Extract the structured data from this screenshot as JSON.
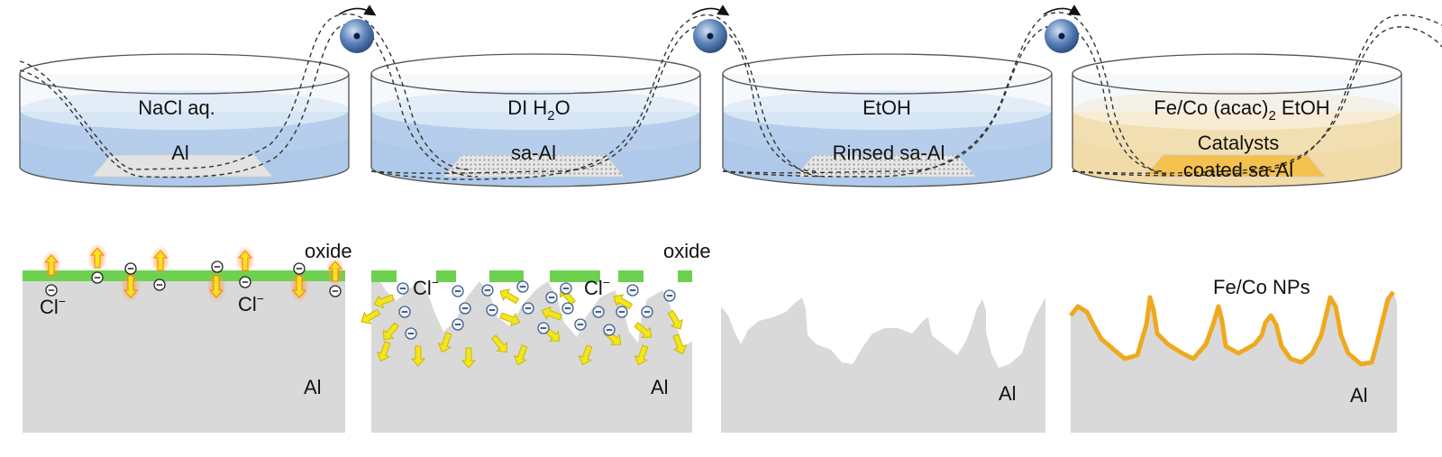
{
  "stages": [
    {
      "solution": "NaCl aq.",
      "solution_sub": "",
      "solution_tail": "",
      "sample": "Al",
      "sample_line2": "",
      "fill": "#a9c6e8",
      "top": "#d3e3f4"
    },
    {
      "solution": "DI H",
      "solution_sub": "2",
      "solution_tail": "O",
      "sample": "sa-Al",
      "sample_line2": "",
      "fill": "#a9c6e8",
      "top": "#d3e3f4"
    },
    {
      "solution": "EtOH",
      "solution_sub": "",
      "solution_tail": "",
      "sample": "Rinsed sa-Al",
      "sample_line2": "",
      "fill": "#a9c6e8",
      "top": "#d3e3f4"
    },
    {
      "solution": "Fe/Co (acac)",
      "solution_sub": "2",
      "solution_tail": " EtOH",
      "sample": "Catalysts",
      "sample_line2": "coated sa-Al",
      "fill": "#f0d9a3",
      "top": "#f7ead0"
    }
  ],
  "panels": [
    {
      "substrate": "Al",
      "oxide": "oxide",
      "ion": "Cl",
      "ion_sup": "−",
      "ion2": "Cl",
      "ion2_sup": "−"
    },
    {
      "substrate": "Al",
      "oxide": "oxide",
      "ion": "Cl",
      "ion_sup": "−",
      "ion2": "Cl",
      "ion2_sup": "−"
    },
    {
      "substrate": "Al"
    },
    {
      "substrate": "Al",
      "label": "Fe/Co NPs"
    }
  ],
  "colors": {
    "aluminum": "#d9d9d9",
    "oxide": "#6dd14f",
    "catalyst": "#eeaa1e",
    "arrow": "#f3e61c",
    "pit": "#ffffff"
  },
  "icons": [
    "transfer-roller-icon",
    "transfer-roller-icon",
    "transfer-roller-icon"
  ]
}
